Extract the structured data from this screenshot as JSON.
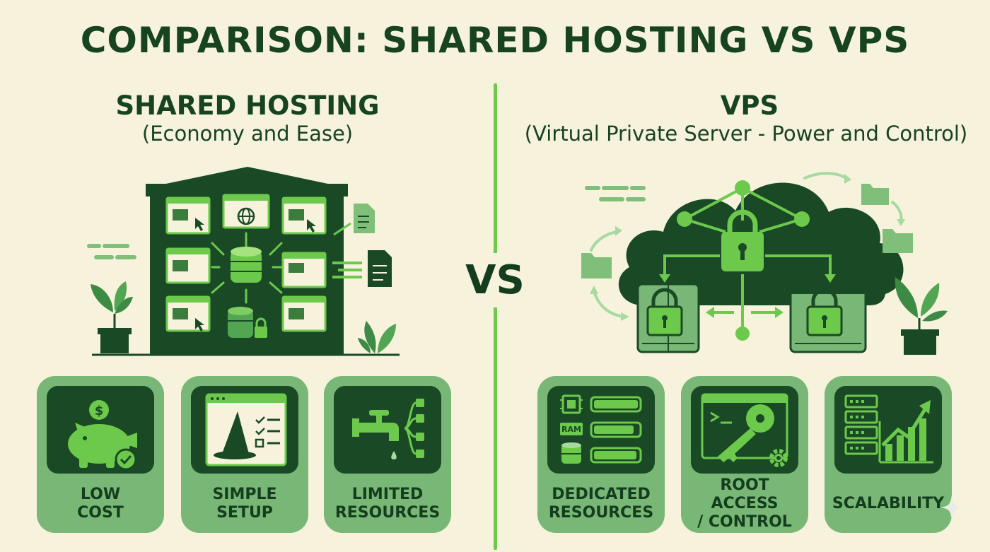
{
  "title": "COMPARISON: SHARED HOSTING VS VPS",
  "vs_label": "VS",
  "left": {
    "title": "SHARED HOSTING",
    "subtitle": "(Economy and Ease)",
    "features": [
      {
        "label": "LOW\nCOST",
        "icon": "piggy-bank-icon"
      },
      {
        "label": "SIMPLE\nSETUP",
        "icon": "wizard-setup-icon"
      },
      {
        "label": "LIMITED\nRESOURCES",
        "icon": "faucet-icon"
      }
    ]
  },
  "right": {
    "title": "VPS",
    "subtitle": "(Virtual Private Server - Power and Control)",
    "features": [
      {
        "label": "DEDICATED\nRESOURCES",
        "icon": "resources-icon"
      },
      {
        "label": "ROOT ACCESS\n/ CONTROL",
        "icon": "key-terminal-icon"
      },
      {
        "label": "SCALABILITY",
        "icon": "growth-chart-icon"
      }
    ],
    "ram_label": "RAM"
  },
  "colors": {
    "background": "#f6f2dc",
    "dark_green": "#1a4a25",
    "mid_green": "#78b775",
    "bright_green": "#6cc94c"
  }
}
